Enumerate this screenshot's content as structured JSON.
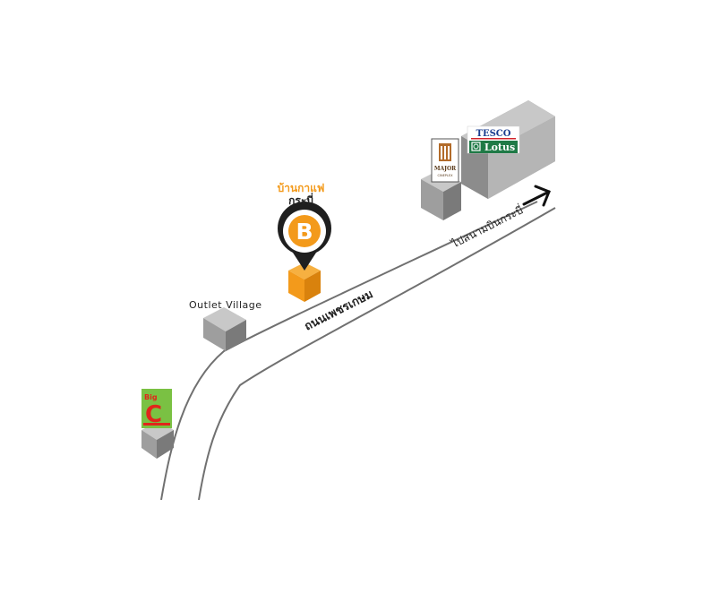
{
  "shop": {
    "name_line1": "บ้านกาแฟ",
    "name_line2": "กระบี่",
    "pin_letter": "B"
  },
  "labels": {
    "outlet_village": "Outlet Village",
    "road_name": "ถนนเพชรเกษม",
    "direction_airport": "ไปสนามบินกระบี่"
  },
  "logos": {
    "tesco_top": "TESCO",
    "tesco_bottom": "Lotus",
    "major_text": "MAJOR",
    "major_sub": "CINEPLEX",
    "bigc_top": "Big",
    "bigc_letter": "C"
  },
  "colors": {
    "accent_orange": "#f39a1b",
    "pin_dark": "#1f1f1f",
    "building_light": "#c8c8c8",
    "building_mid": "#9e9e9e",
    "building_dark": "#7a7a7a",
    "road_line": "#707070",
    "tesco_red": "#d2232a",
    "lotus_green": "#1f7a46",
    "bigc_green": "#7ac143",
    "bigc_red": "#e1251b"
  },
  "icons": {
    "map_pin": "map-pin-icon",
    "arrow": "arrow-right-icon"
  }
}
